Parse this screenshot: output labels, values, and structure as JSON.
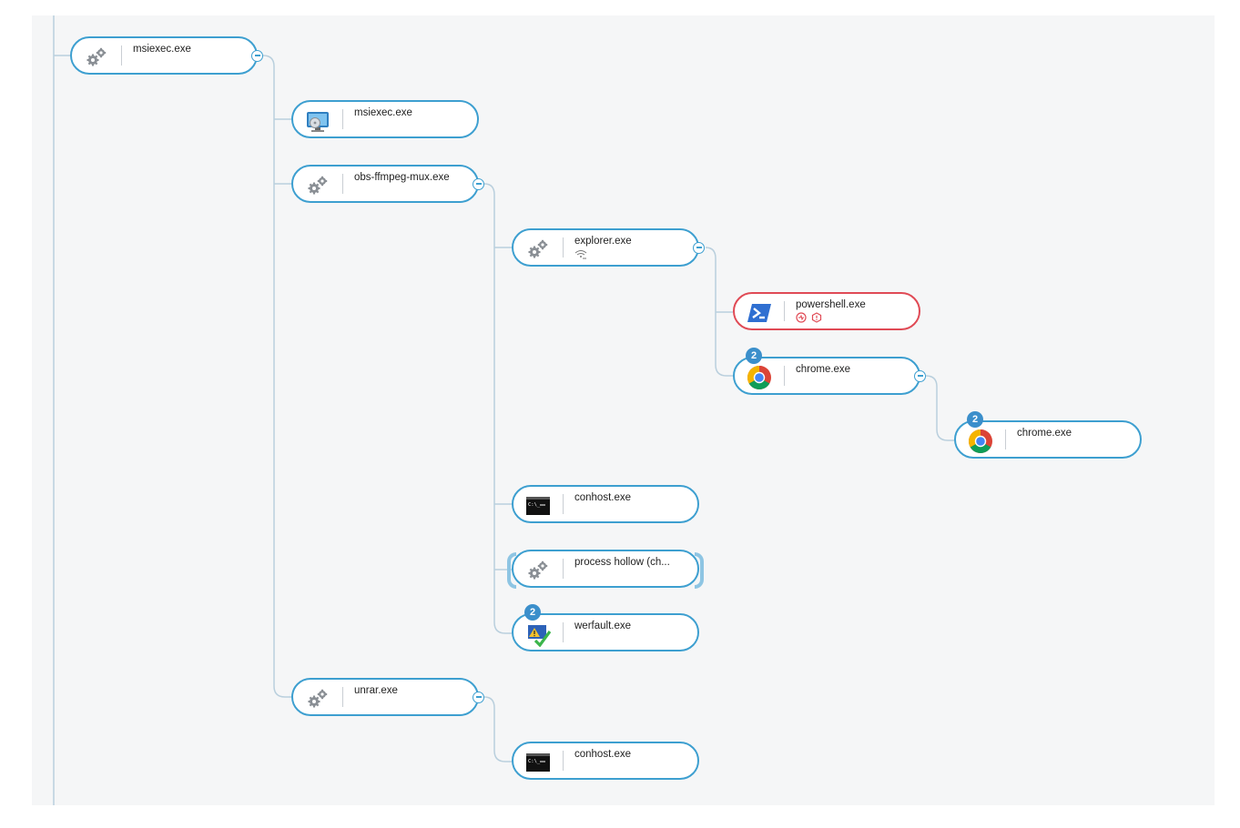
{
  "nodes": [
    {
      "id": "n1",
      "label": "msiexec.exe",
      "icon": "gears-icon",
      "collapsible": true,
      "style": "normal"
    },
    {
      "id": "n2",
      "label": "msiexec.exe",
      "icon": "installer-monitor-icon",
      "collapsible": false,
      "style": "normal"
    },
    {
      "id": "n3",
      "label": "obs-ffmpeg-mux.exe",
      "icon": "gears-icon",
      "collapsible": true,
      "style": "normal"
    },
    {
      "id": "n4",
      "label": "explorer.exe",
      "icon": "gears-icon",
      "collapsible": true,
      "style": "normal",
      "indicators": [
        "network-activity-icon"
      ]
    },
    {
      "id": "n5",
      "label": "powershell.exe",
      "icon": "powershell-icon",
      "collapsible": false,
      "style": "alert",
      "indicators": [
        "alert-circle-icon",
        "alert-hexagon-icon"
      ]
    },
    {
      "id": "n6",
      "label": "chrome.exe",
      "icon": "chrome-icon",
      "collapsible": true,
      "style": "normal",
      "badge": "2"
    },
    {
      "id": "n7",
      "label": "chrome.exe",
      "icon": "chrome-icon",
      "collapsible": false,
      "style": "normal",
      "badge": "2"
    },
    {
      "id": "n8",
      "label": "conhost.exe",
      "icon": "console-icon",
      "collapsible": false,
      "style": "normal"
    },
    {
      "id": "n9",
      "label": "process hollow (ch...",
      "icon": "gears-icon",
      "collapsible": false,
      "style": "grouped"
    },
    {
      "id": "n10",
      "label": "werfault.exe",
      "icon": "werfault-icon",
      "collapsible": false,
      "style": "normal",
      "badge": "2"
    },
    {
      "id": "n11",
      "label": "unrar.exe",
      "icon": "gears-icon",
      "collapsible": true,
      "style": "normal"
    },
    {
      "id": "n12",
      "label": "conhost.exe",
      "icon": "console-icon",
      "collapsible": false,
      "style": "normal"
    }
  ],
  "colors": {
    "node_border": "#3d9fd0",
    "alert_border": "#e04a55",
    "connector": "#b9cfdd",
    "badge": "#3b8fcb",
    "canvas": "#f5f6f7"
  }
}
